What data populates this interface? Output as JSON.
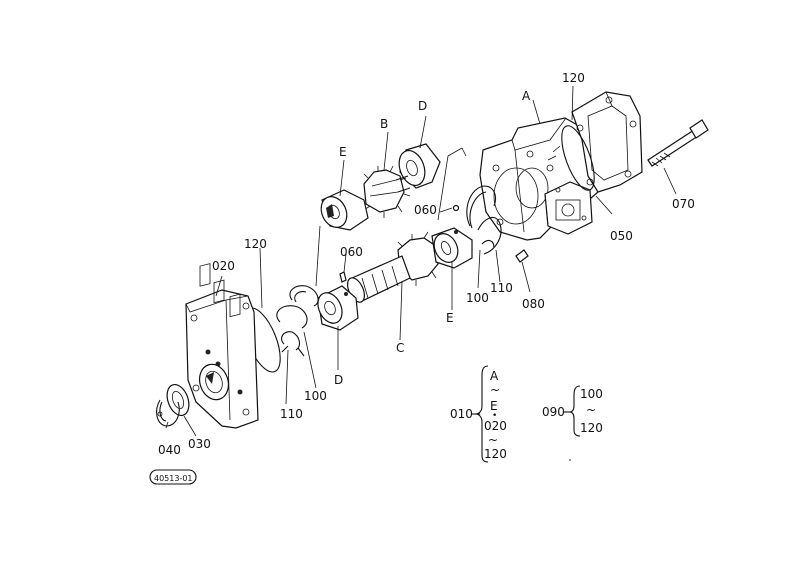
{
  "labels": {
    "A": "A",
    "B": "B",
    "C": "C",
    "D_top": "D",
    "D_bottom": "D",
    "E_top": "E",
    "E_bottom": "E",
    "p010": "010",
    "p020": "020",
    "p030": "030",
    "p040": "040",
    "p050": "050",
    "p060_top": "060",
    "p060_left": "060",
    "p070": "070",
    "p080": "080",
    "p090": "090",
    "p100_right": "100",
    "p100_left": "100",
    "p110_right": "110",
    "p110_left": "110",
    "p120_top": "120",
    "p120_left": "120"
  },
  "group_010": {
    "label": "010",
    "items": [
      "A",
      "~",
      "E",
      "•",
      "020",
      "~",
      "120"
    ]
  },
  "group_090": {
    "label": "090",
    "items": [
      "100",
      "~",
      "120"
    ]
  },
  "drawing_id": "40513-01"
}
